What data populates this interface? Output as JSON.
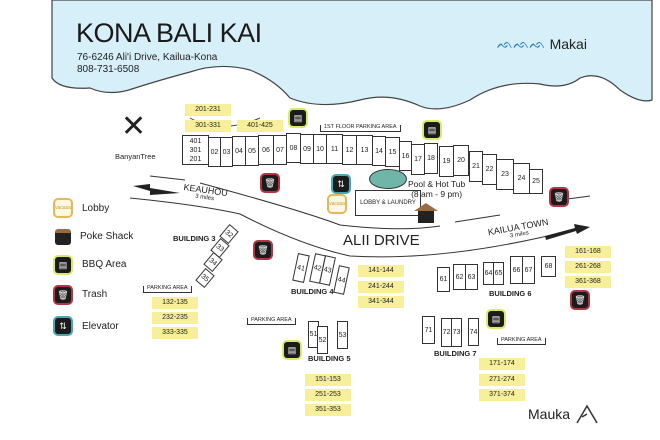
{
  "header": {
    "title": "KONA BALI KAI",
    "address": "76-6246 Ali'i Drive, Kailua-Kona",
    "phone": "808-731-6508",
    "makai": "Makai",
    "mauka": "Mauka"
  },
  "colors": {
    "ocean": "#d6eff8",
    "highlight": "#f8ef9a",
    "bbq": "#d9ea6a",
    "trash": "#b33545",
    "elevator": "#4aa8b6",
    "pool": "#6fb5a8"
  },
  "legend": [
    {
      "label": "Lobby",
      "icon": "vacasa-lobby-icon",
      "icon_text": "vacasa"
    },
    {
      "label": "Poke Shack",
      "icon": "hut-icon"
    },
    {
      "label": "BBQ Area",
      "icon": "bbq-grill-icon"
    },
    {
      "label": "Trash",
      "icon": "trash-icon"
    },
    {
      "label": "Elevator",
      "icon": "elevator-icon"
    }
  ],
  "landmarks": {
    "banyan": "BanyanTree",
    "pool": "Pool & Hot Tub",
    "pool_hours": "(8 am - 9 pm)",
    "lobby_laundry": "LOBBY & LAUNDRY",
    "first_floor_parking": "1ST FLOOR PARKING AREA",
    "parking": "PARKING AREA",
    "road": "ALII DRIVE",
    "keauhou": "KEAUHOU",
    "keauhou_dist": "3 miles",
    "kailua": "KAILUA TOWN",
    "kailua_dist": "3 miles"
  },
  "main_building": {
    "units": [
      "401\n301\n201",
      "02",
      "03",
      "04",
      "05",
      "06",
      "07",
      "08",
      "09",
      "10",
      "11",
      "12",
      "13",
      "14",
      "15",
      "16",
      "17",
      "18",
      "19",
      "20",
      "21",
      "22",
      "23",
      "24",
      "25"
    ],
    "ranges": [
      "201-231",
      "301-331",
      "401-425"
    ]
  },
  "buildings": {
    "b3": {
      "name": "BUILDING 3",
      "units": [
        "32",
        "33",
        "34",
        "35"
      ],
      "ranges": [
        "132-135",
        "232-235",
        "333-335"
      ]
    },
    "b4": {
      "name": "BUILDING 4",
      "units": [
        "41",
        "42",
        "43",
        "44"
      ],
      "ranges": [
        "141-144",
        "241-244",
        "341-344"
      ]
    },
    "b5": {
      "name": "BUILDING 5",
      "units": [
        "51",
        "52",
        "53"
      ],
      "ranges": [
        "151-153",
        "251-253",
        "351-353"
      ]
    },
    "b6": {
      "name": "BUILDING 6",
      "units": [
        "61",
        "62",
        "63",
        "64",
        "65",
        "66",
        "67",
        "68"
      ],
      "ranges": [
        "161-168",
        "261-268",
        "361-368"
      ]
    },
    "b7": {
      "name": "BUILDING 7",
      "units": [
        "71",
        "72",
        "73",
        "74"
      ],
      "ranges": [
        "171-174",
        "271-274",
        "371-374"
      ]
    }
  }
}
